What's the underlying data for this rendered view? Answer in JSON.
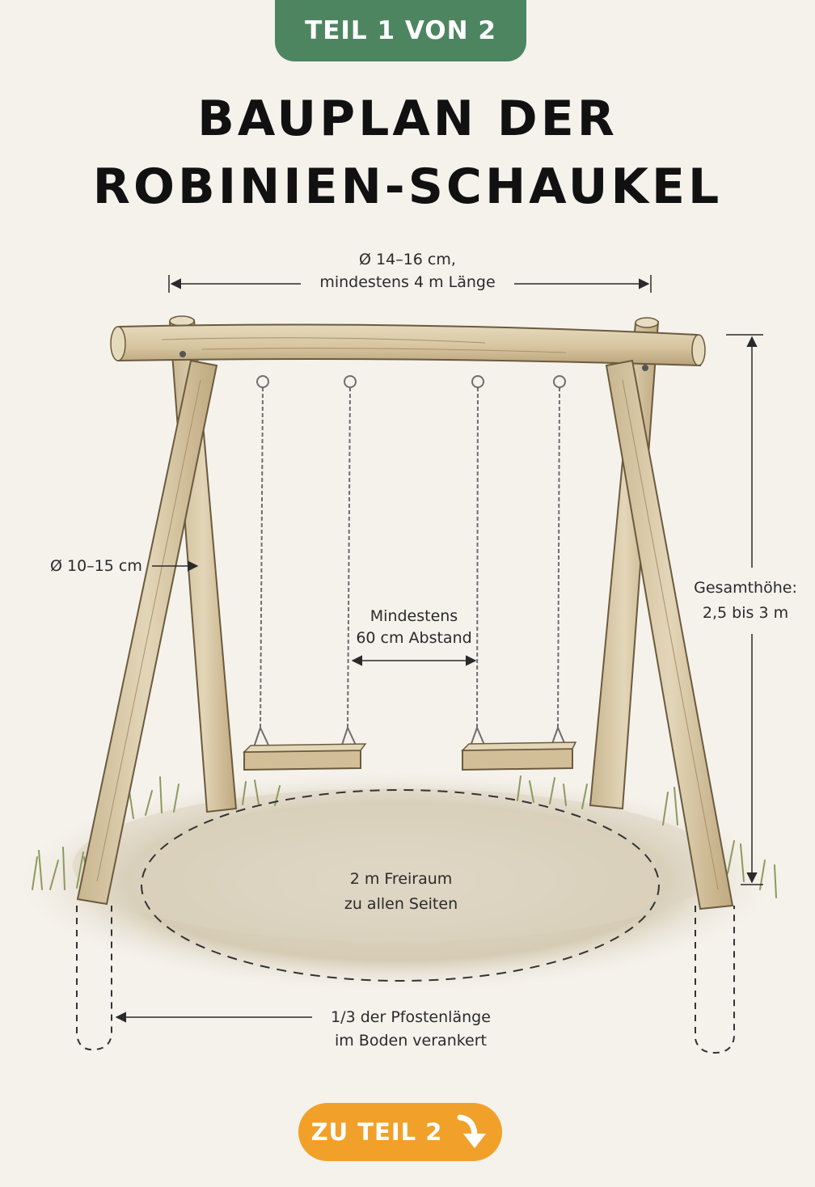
{
  "badge": {
    "label": "TEIL 1 VON 2"
  },
  "title": {
    "line1": "BAUPLAN DER",
    "line2": "ROBINIEN-SCHAUKEL"
  },
  "labels": {
    "beam_top": "Ø 14–16 cm,",
    "beam_bottom": "mindestens 4 m Länge",
    "post_diameter": "Ø 10–15 cm",
    "height_top": "Gesamthöhe:",
    "height_bottom": "2,5 bis 3 m",
    "spacing_top": "Mindestens",
    "spacing_bottom": "60 cm Abstand",
    "clearance_top": "2 m Freiraum",
    "clearance_bottom": "zu allen Seiten",
    "anchor_top": "1/3 der Pfostenlänge",
    "anchor_bottom": "im Boden verankert"
  },
  "cta": {
    "label": "ZU TEIL 2",
    "icon": "curved-arrow-down-icon"
  },
  "colors": {
    "badge": "#4e8561",
    "cta": "#f1a12a",
    "wood": "#d8c9a8",
    "wood_outline": "#6b5a3e",
    "chain": "#6e6e6e",
    "grass": "#8c9a5c",
    "ground": "#d9d1bf"
  }
}
